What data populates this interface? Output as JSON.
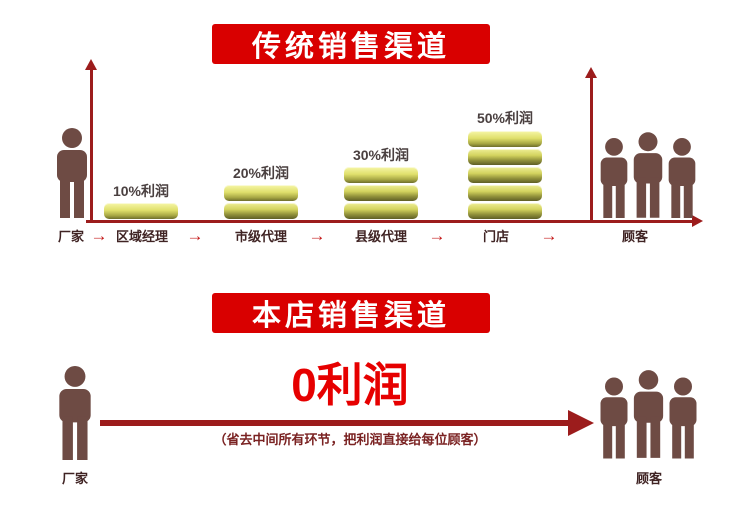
{
  "sections": {
    "traditional": {
      "title": "传统销售渠道",
      "factory_label": "厂家",
      "customer_label": "顾客",
      "steps": [
        {
          "label": "区域经理",
          "profit": "10%利润",
          "coins": 1
        },
        {
          "label": "市级代理",
          "profit": "20%利润",
          "coins": 2
        },
        {
          "label": "县级代理",
          "profit": "30%利润",
          "coins": 3
        },
        {
          "label": "门店",
          "profit": "50%利润",
          "coins": 5
        }
      ]
    },
    "direct": {
      "title": "本店销售渠道",
      "factory_label": "厂家",
      "customer_label": "顾客",
      "headline": "0利润",
      "subtitle": "（省去中间所有环节，把利润直接给每位顾客）"
    }
  },
  "icons": {
    "arrow_right": "→"
  },
  "colors": {
    "banner_red": "#d90000",
    "axis_dark_red": "#9c1c1c",
    "person_brown": "#6e4b44",
    "coin_gold": "#d3d35e",
    "headline_red": "#e60000",
    "label_maroon": "#3f2323"
  }
}
